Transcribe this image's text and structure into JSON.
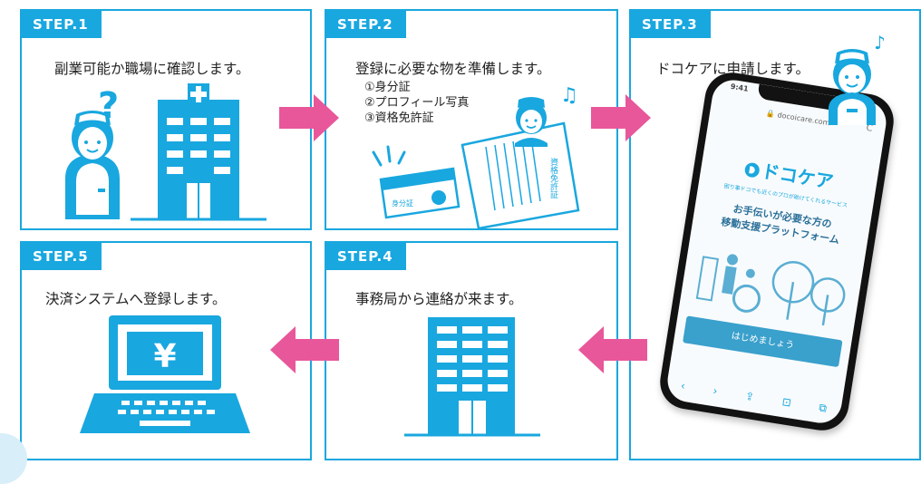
{
  "steps": [
    {
      "badge": "STEP.1",
      "text": "副業可能か職場に確認します。"
    },
    {
      "badge": "STEP.2",
      "text": "登録に必要な物を準備します。",
      "items": [
        "①身分証",
        "②プロフィール写真",
        "③資格免許証"
      ]
    },
    {
      "badge": "STEP.3",
      "text": "ドコケアに申請します。"
    },
    {
      "badge": "STEP.4",
      "text": "事務局から連絡が来ます。"
    },
    {
      "badge": "STEP.5",
      "text": "決済システムへ登録します。"
    }
  ],
  "illustrations": {
    "question_mark": "?",
    "id_card_label": "身分証",
    "license_label": "資格免許証",
    "yen": "¥"
  },
  "phone": {
    "time": "9:41",
    "url": "🔒 docoicare.com",
    "reload": "C",
    "logo": "ドコケア",
    "tagline": "困り事ドコでも近くのプロが助けてくれるサービス",
    "headline1": "お手伝いが必要な方の",
    "headline2": "移動支援プラットフォーム",
    "cta": "はじめましょう",
    "nav": [
      "‹",
      "›",
      "⇪",
      "⊡",
      "⧉"
    ]
  },
  "colors": {
    "accent": "#19a7df",
    "arrow": "#e8579a"
  }
}
